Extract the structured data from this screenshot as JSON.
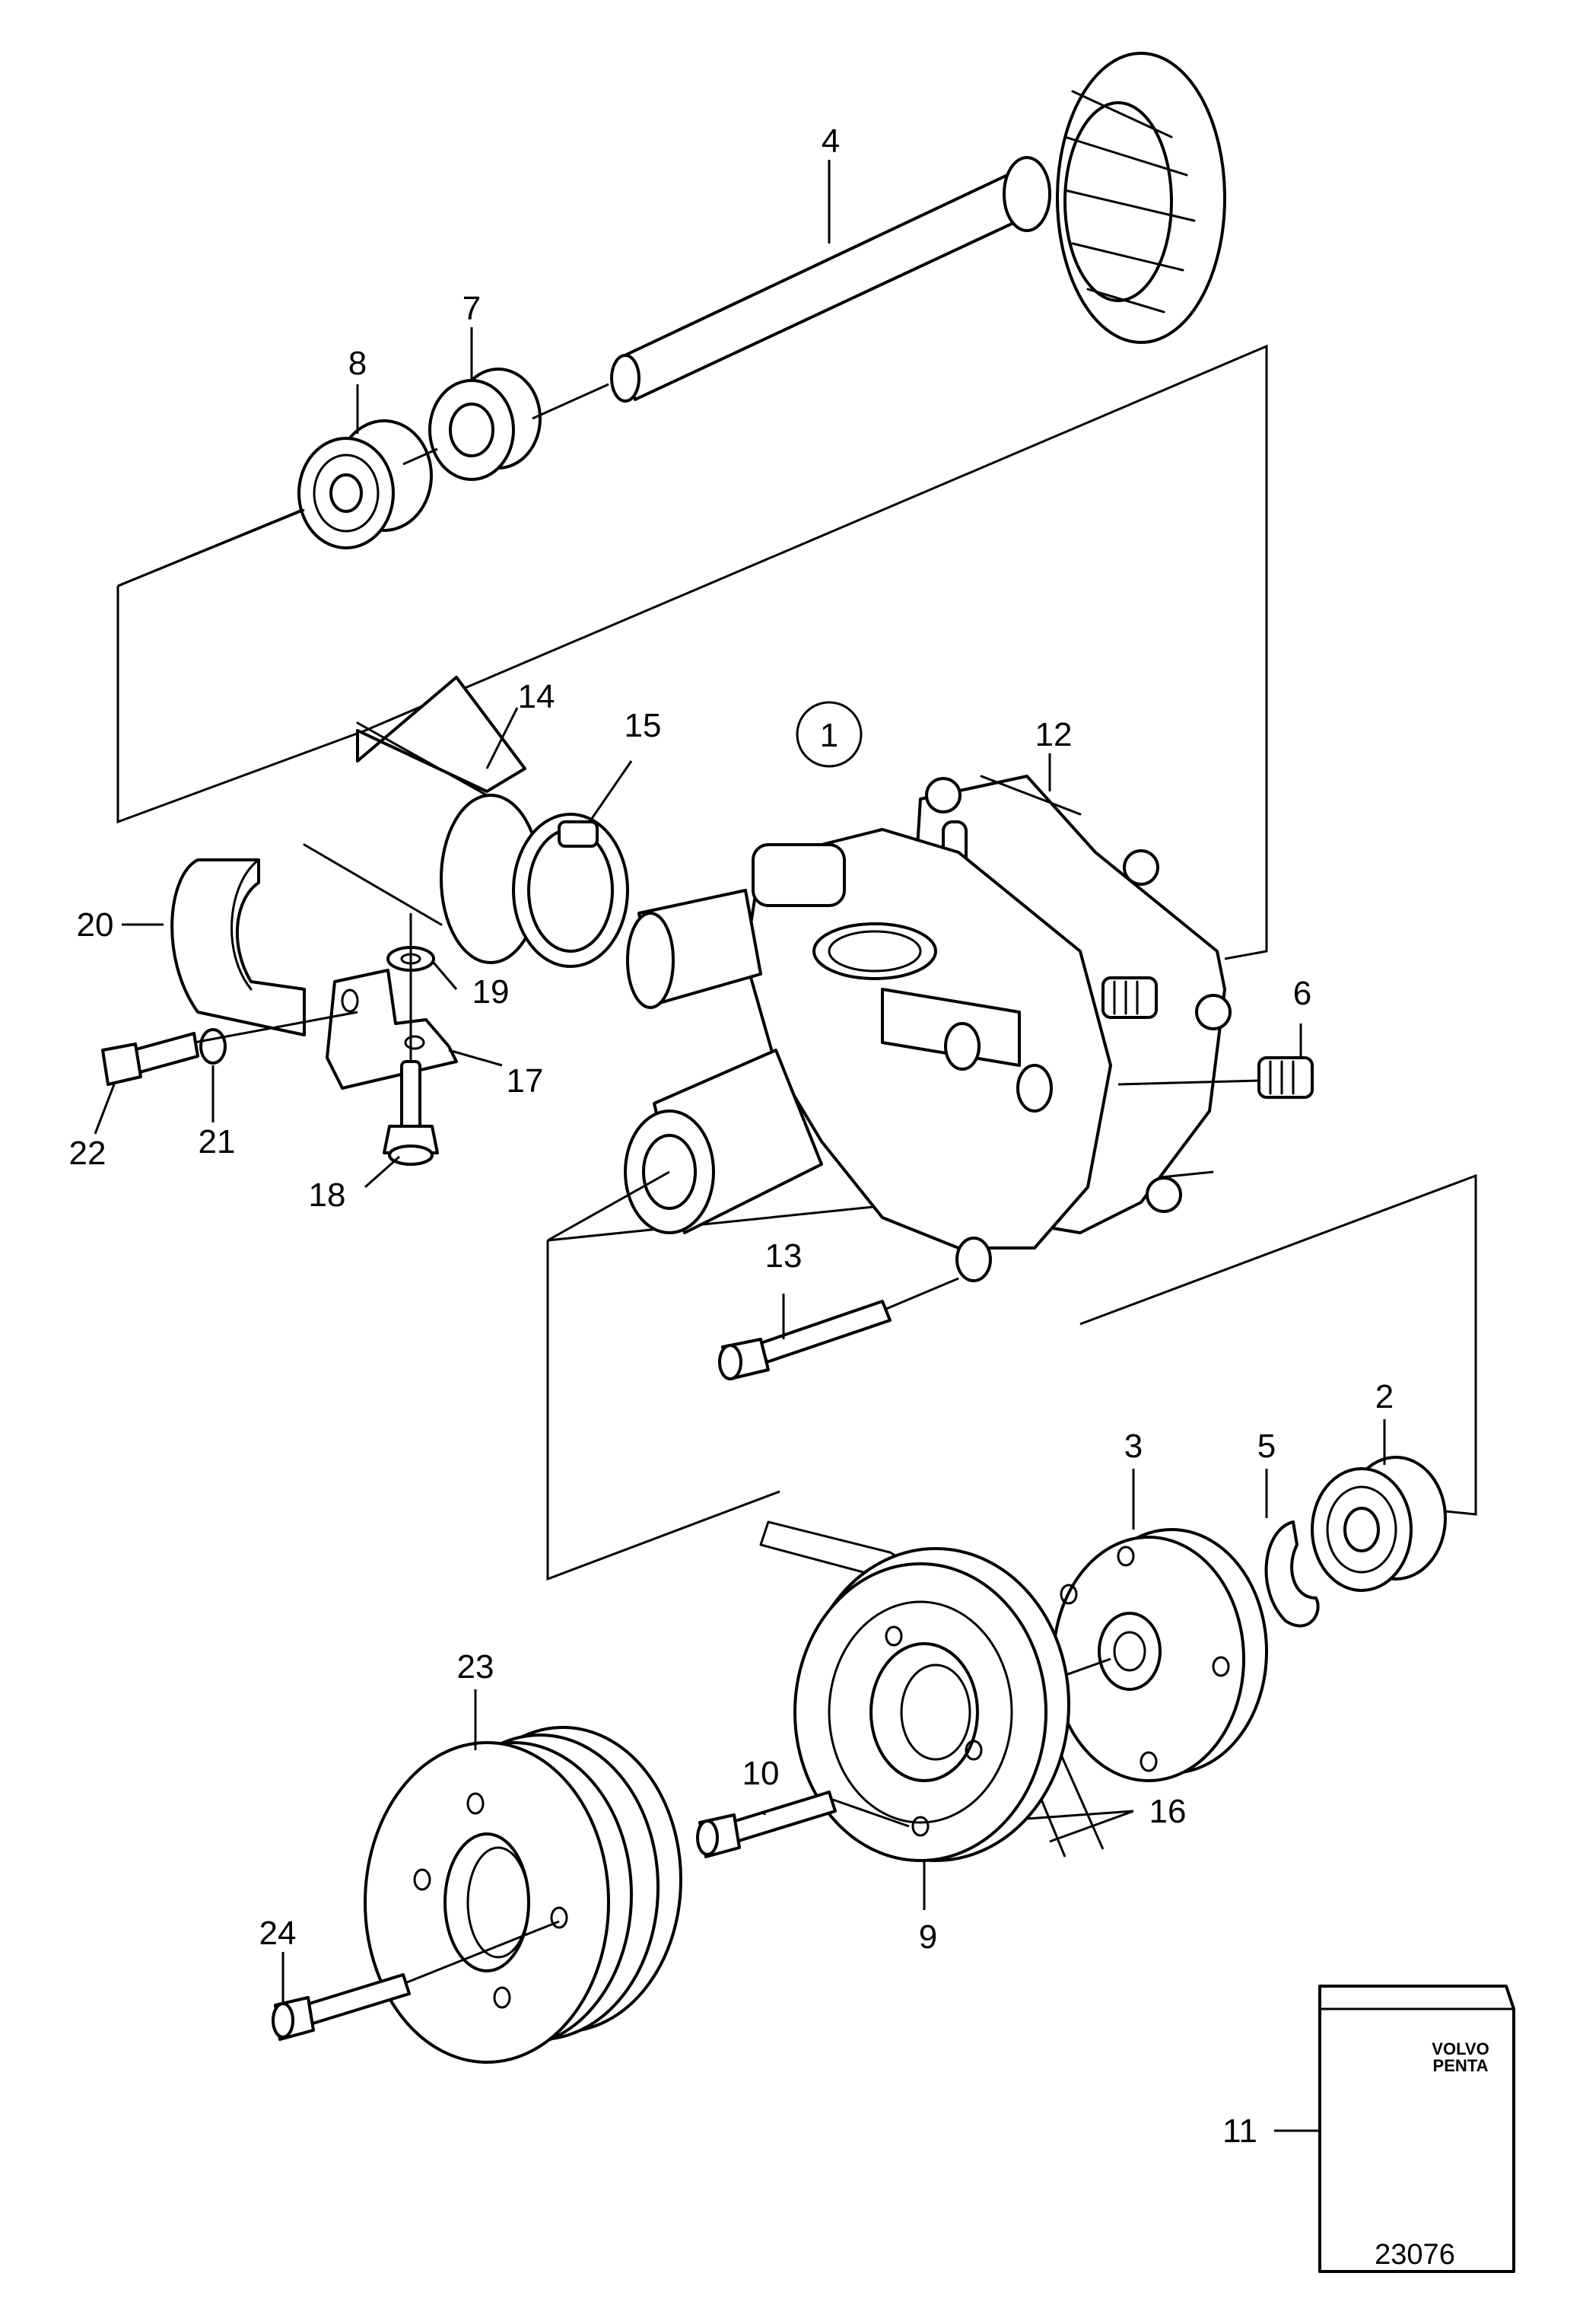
{
  "diagram": {
    "group_marker": "1",
    "drawing_number": "23076",
    "kit_brand": [
      "VOLVO",
      "PENTA"
    ],
    "callouts": {
      "c2": "2",
      "c3": "3",
      "c4": "4",
      "c5": "5",
      "c6": "6",
      "c7": "7",
      "c8": "8",
      "c9": "9",
      "c10": "10",
      "c11": "11",
      "c12": "12",
      "c13": "13",
      "c14": "14",
      "c15": "15",
      "c16": "16",
      "c17": "17",
      "c18": "18",
      "c19": "19",
      "c20": "20",
      "c21": "21",
      "c22": "22",
      "c23": "23",
      "c24": "24"
    }
  }
}
